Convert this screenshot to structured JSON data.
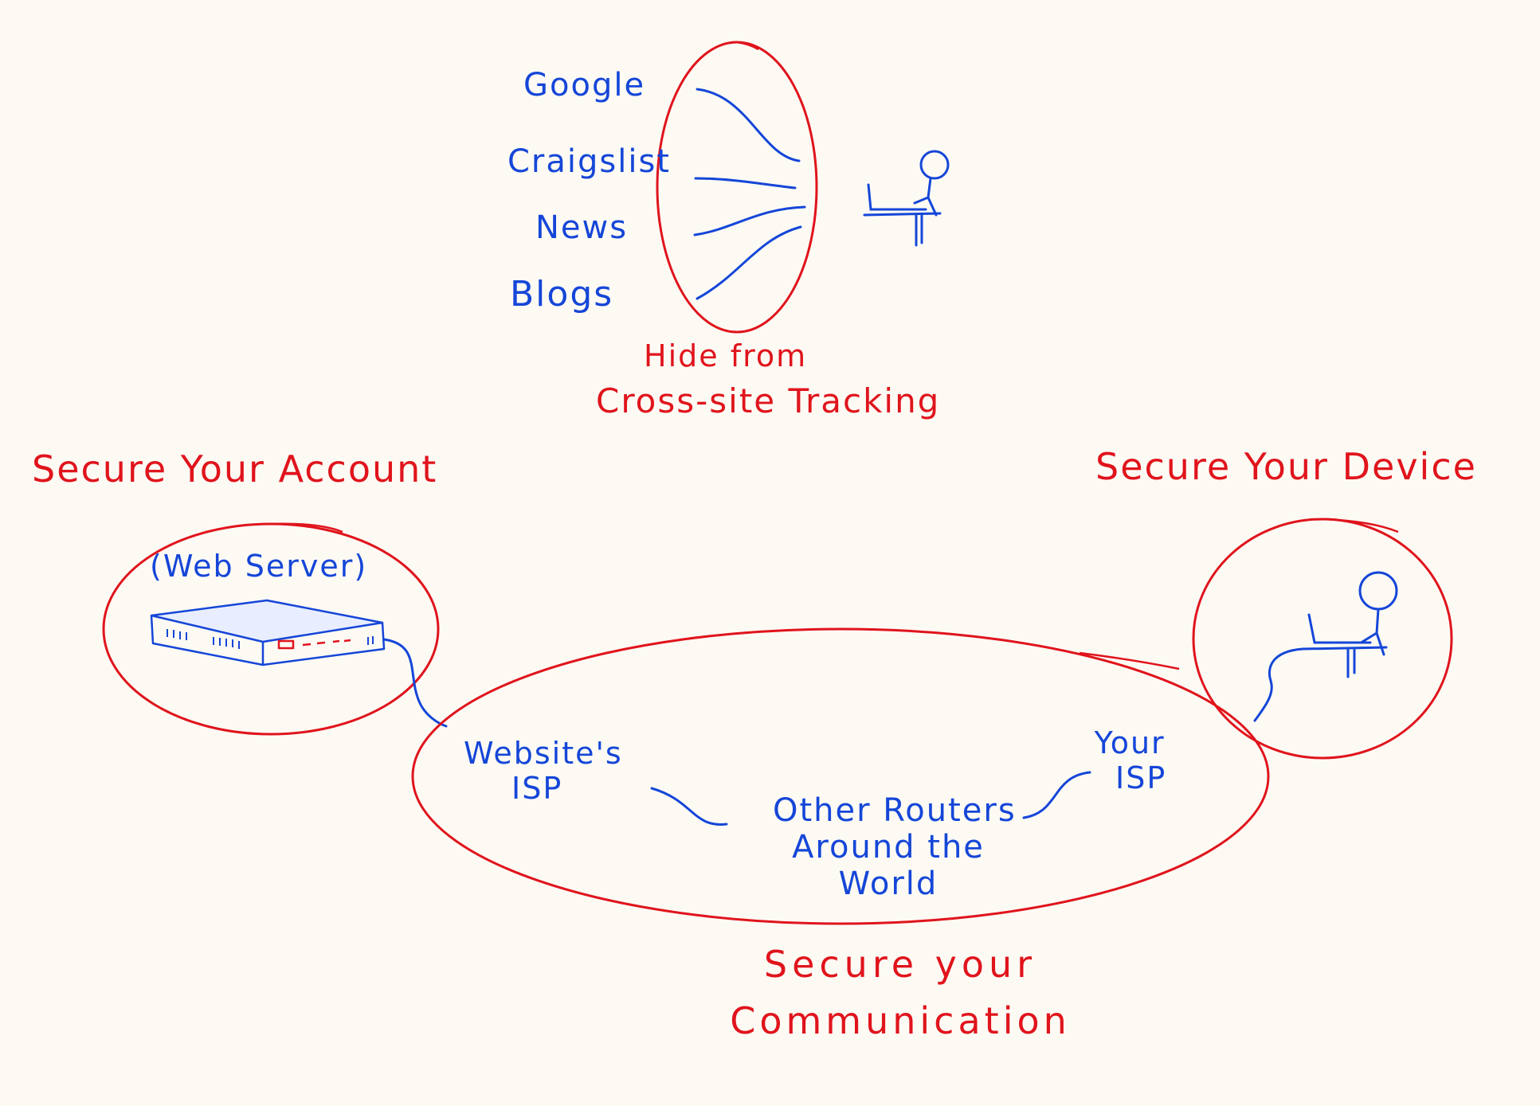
{
  "colors": {
    "background": "#fdfaf4",
    "ink_blue": "#1546d8",
    "ink_red": "#e0141c"
  },
  "top_section": {
    "sites": [
      "Google",
      "Craigslist",
      "News",
      "Blogs"
    ],
    "caption_line1": "Hide from",
    "caption_line2": "Cross-site Tracking"
  },
  "account_section": {
    "title": "Secure Your Account",
    "server_label": "(Web Server)"
  },
  "device_section": {
    "title": "Secure Your Device"
  },
  "communication_section": {
    "website_isp_line1": "Website's",
    "website_isp_line2": "ISP",
    "routers_line1": "Other Routers",
    "routers_line2": "Around the",
    "routers_line3": "World",
    "your_isp_line1": "Your",
    "your_isp_line2": "ISP",
    "title_line1": "Secure your",
    "title_line2": "Communication"
  }
}
